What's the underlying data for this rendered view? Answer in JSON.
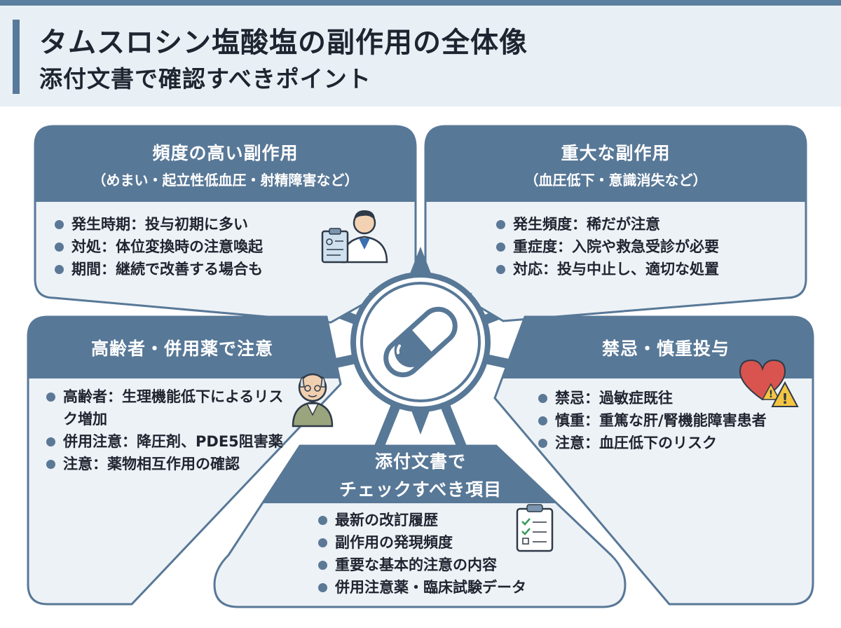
{
  "title": {
    "main": "タムスロシン塩酸塩の副作用の全体像",
    "sub": "添付文書で確認すべきポイント"
  },
  "panels": {
    "frequent": {
      "heading": "頻度の高い副作用",
      "subheading": "（めまい・起立性低血圧・射精障害など）",
      "items": [
        "発生時期：投与初期に多い",
        "対処：体位変換時の注意喚起",
        "期間：継続で改善する場合も"
      ]
    },
    "serious": {
      "heading": "重大な副作用",
      "subheading": "（血圧低下・意識消失など）",
      "items": [
        "発生頻度：稀だが注意",
        "重症度：入院や救急受診が必要",
        "対応：投与中止し、適切な処置"
      ]
    },
    "elderly": {
      "heading": "高齢者・併用薬で注意",
      "items": [
        "高齢者：生理機能低下によるリスク増加",
        "併用注意：降圧剤、PDE5阻害薬",
        "注意：薬物相互作用の確認"
      ]
    },
    "contra": {
      "heading": "禁忌・慎重投与",
      "items": [
        "禁忌：過敏症既往",
        "慎重：重篤な肝/腎機能障害患者",
        "注意：血圧低下のリスク"
      ]
    },
    "check": {
      "heading_line1": "添付文書で",
      "heading_line2": "チェックすべき項目",
      "items": [
        "最新の改訂履歴",
        "副作用の発現頻度",
        "重要な基本的注意の内容",
        "併用注意薬・臨床試験データ"
      ]
    }
  },
  "icons": {
    "doctor": "doctor-with-clipboard-icon",
    "elderly": "elderly-man-icon",
    "heart": "heart-warning-icon",
    "checklist": "checklist-icon",
    "center": "capsule-icon"
  },
  "colors": {
    "accent": "#5b7f9e",
    "panel_header": "#587897",
    "panel_body": "#edf2f6",
    "border": "#587897",
    "bullet": "#5b7896"
  }
}
